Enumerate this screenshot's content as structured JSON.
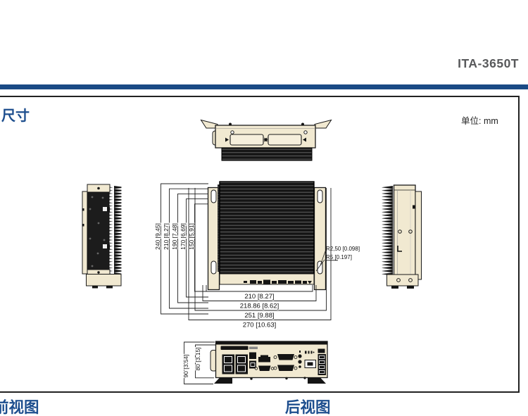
{
  "page": {
    "product_model": "ITA-3650T",
    "section_title": "尺寸",
    "unit_note": "单位: mm"
  },
  "captions": {
    "front_view": "前视图",
    "rear_view": "后视图"
  },
  "dimensions": {
    "vertical": [
      "240 [9.45]",
      "210 [8.27]",
      "190 [7.48]",
      "170 [6.69]",
      "150 [5.91]"
    ],
    "horizontal": [
      "210 [8.27]",
      "218.86 [8.62]",
      "251 [9.88]",
      "270 [10.63]"
    ],
    "rear_vertical": [
      "90 [3.54]",
      "80 [3.15]"
    ],
    "radius_callouts": [
      "R2,50 [0.098]",
      "R5 [0.197]"
    ]
  },
  "colors": {
    "accent_blue": "#1a4a85",
    "heading_blue": "#1d4e8e",
    "title_gray": "#58595b",
    "chassis_beige": "#f1e9d1",
    "line_black": "#1a1a1a"
  }
}
